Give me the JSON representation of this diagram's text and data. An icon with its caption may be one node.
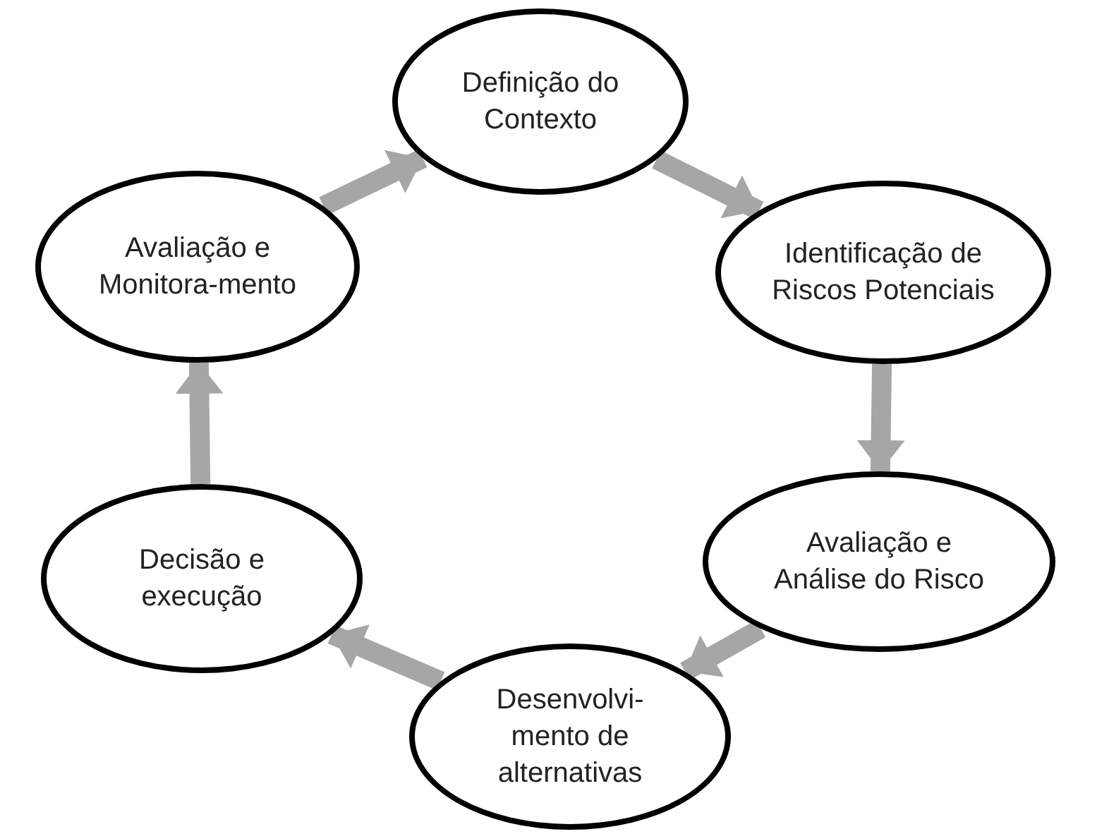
{
  "diagram": {
    "nodes": [
      {
        "text": [
          "Definição do Contexto"
        ]
      },
      {
        "text": [
          "Identificação de Riscos Potenciais"
        ]
      },
      {
        "text": [
          "Avaliação e Análise do Risco"
        ]
      },
      {
        "text": [
          "Desenvolvi-mento de alternativas"
        ]
      },
      {
        "text": [
          "Decisão e execução"
        ]
      },
      {
        "text": [
          "Avaliação e Monitora-mento"
        ]
      }
    ],
    "edges": [
      {
        "from": 0,
        "to": 1,
        "arrow": "to"
      },
      {
        "from": 1,
        "to": 2,
        "arrow": "to"
      },
      {
        "from": 2,
        "to": 3,
        "arrow": "to"
      },
      {
        "from": 3,
        "to": 4,
        "arrow": "to"
      },
      {
        "from": 4,
        "to": 5,
        "arrow": "to"
      },
      {
        "from": 5,
        "to": 0,
        "arrow": "to"
      }
    ]
  }
}
